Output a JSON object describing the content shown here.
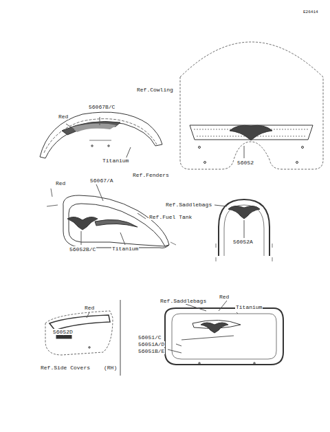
{
  "diagram": {
    "labels": [
      "E26414",
      "Ref.Cowling",
      "56067B/C",
      "Red",
      "Titanium",
      "Ref.Fenders",
      "56052",
      "56067/A",
      "Red",
      "Ref.Fuel Tank",
      "56052B/C",
      "Titanium",
      "Ref.Saddlebags",
      "56052A",
      "Ref.Saddlebags",
      "Red",
      "Titanium",
      "56051/C",
      "56051A/D",
      "56051B/E",
      "56052D",
      "Red",
      "Ref.Side Covers",
      "(RH)"
    ]
  }
}
